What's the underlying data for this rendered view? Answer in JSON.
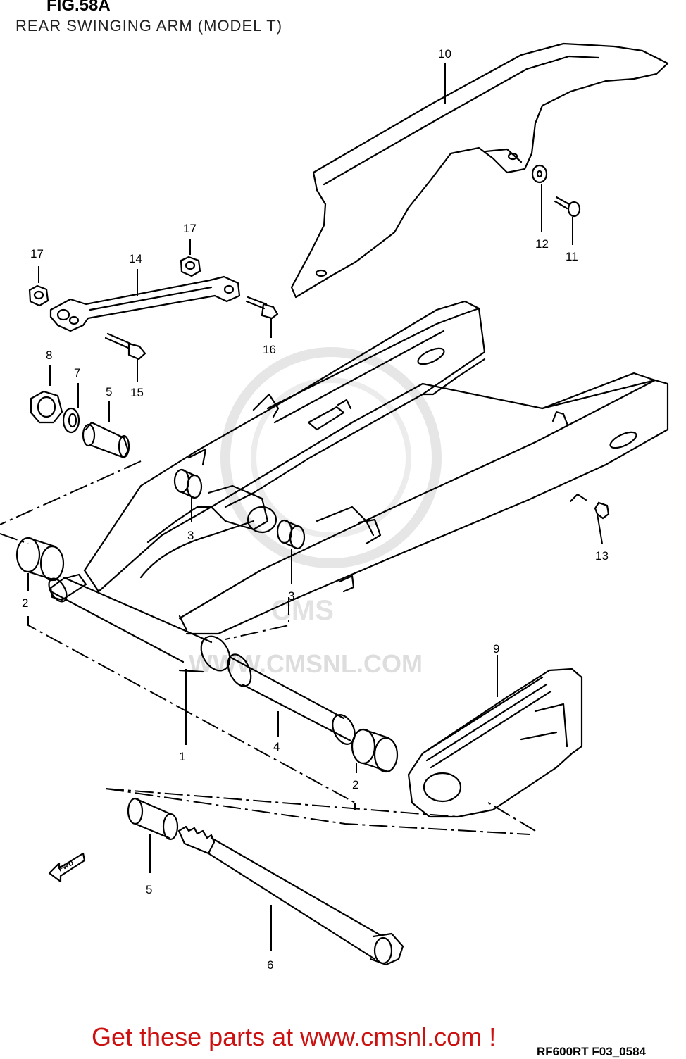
{
  "header": {
    "figure_number": "FIG.58A",
    "title": "REAR SWINGING ARM (MODEL T)"
  },
  "callouts": {
    "c1": "1",
    "c2a": "2",
    "c2b": "2",
    "c3a": "3",
    "c3b": "3",
    "c4": "4",
    "c5a": "5",
    "c5b": "5",
    "c6": "6",
    "c7": "7",
    "c8": "8",
    "c9": "9",
    "c10": "10",
    "c11": "11",
    "c12": "12",
    "c13": "13",
    "c14": "14",
    "c15": "15",
    "c16": "16",
    "c17a": "17",
    "c17b": "17"
  },
  "direction_arrow": {
    "label": "FWD"
  },
  "watermark": {
    "brand": "CMS",
    "url": "WWW.CMSNL.COM"
  },
  "footer": {
    "promo": "Get these parts at www.cmsnl.com !",
    "drawing_ref": "RF600RT F03_0584"
  }
}
